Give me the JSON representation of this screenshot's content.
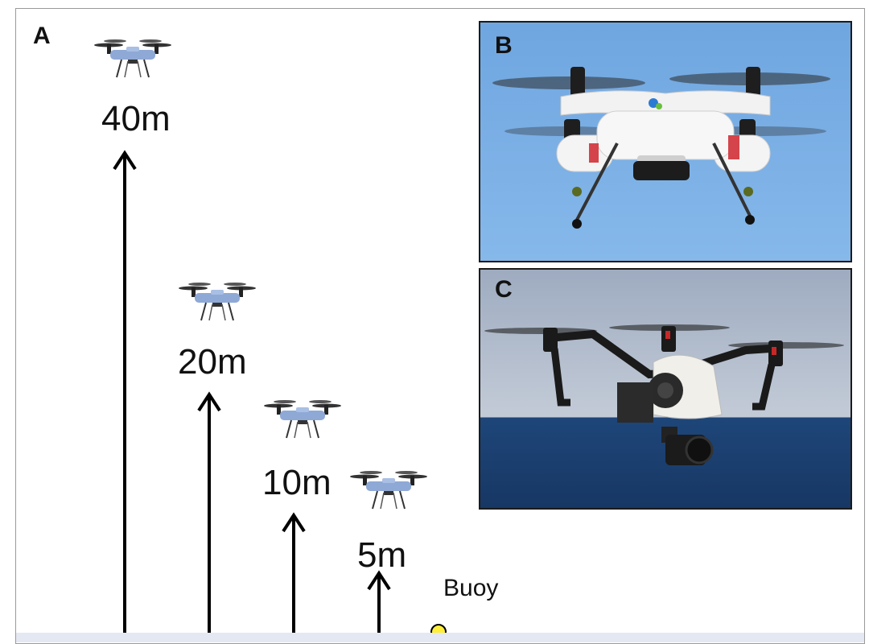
{
  "panels": {
    "a_label": "A",
    "b_label": "B",
    "c_label": "C"
  },
  "altitudes": [
    {
      "label": "40m"
    },
    {
      "label": "20m"
    },
    {
      "label": "10m"
    },
    {
      "label": "5m"
    }
  ],
  "buoy": {
    "label": "Buoy",
    "color": "#ffef3a"
  },
  "colors": {
    "sky_b": "#7fb2e6",
    "sky_c_top": "#aeb9c7",
    "sea_c": "#1d3f73",
    "drone_body_small": "#8fa9d6",
    "arrow": "#000000"
  }
}
